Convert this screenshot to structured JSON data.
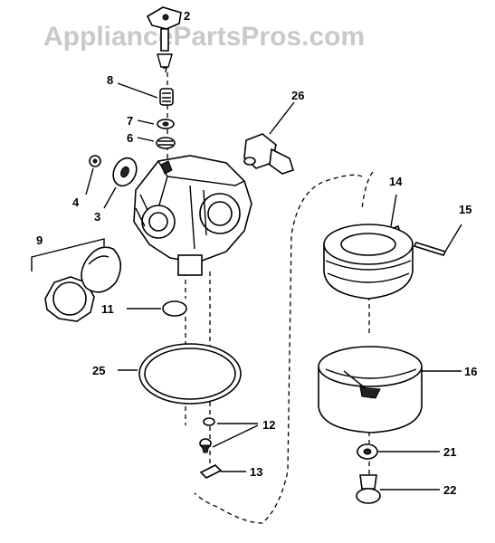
{
  "watermark": "AppliancePartsPros.com",
  "callouts": {
    "p2": "2",
    "p3": "3",
    "p4": "4",
    "p6": "6",
    "p7": "7",
    "p8": "8",
    "p9": "9",
    "p11": "11",
    "p12": "12",
    "p13": "13",
    "p14": "14",
    "p15": "15",
    "p16": "16",
    "p21": "21",
    "p22": "22",
    "p25": "25",
    "p26": "26"
  }
}
